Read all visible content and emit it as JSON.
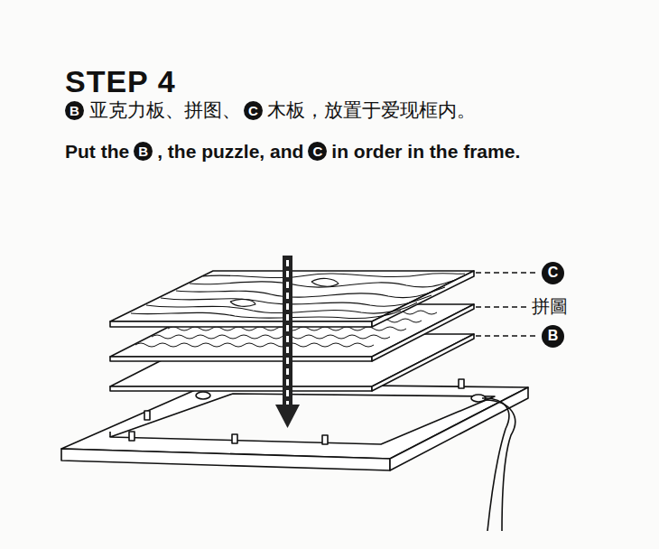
{
  "diagram": {
    "title": "STEP 4",
    "nodes": [
      {
        "text": [
          "B"
        ]
      },
      {
        "text": [
          "C"
        ]
      },
      {
        "text": [
          "B"
        ]
      },
      {
        "text": [
          "C"
        ]
      },
      {
        "text": [
          "C"
        ]
      },
      {
        "text": [
          "B"
        ]
      }
    ],
    "labels": [
      "亚克力板、拼图、",
      "木板，放置于爱现框内。",
      "Put the",
      ", the puzzle, and",
      "in order in the frame.",
      "拼圖"
    ]
  }
}
